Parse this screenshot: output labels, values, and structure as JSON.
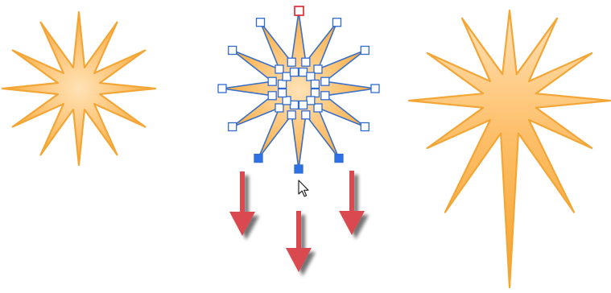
{
  "canvas": {
    "background": "#ffffff"
  },
  "colors": {
    "star_fill_light": "#ffe2b6",
    "star_fill_mid": "#fdbf6a",
    "star_fill_dark": "#f5a42a",
    "star_stroke": "#f3a636",
    "selection_outline": "#3a6fc8",
    "handle_fill": "#ffffff",
    "handle_stroke": "#2f6bd2",
    "active_handle_fill": "#2e72e6",
    "rotation_handle_stroke": "#e0202a",
    "arrow_color": "#d94a4f",
    "arrow_shadow": "#8c8c8c",
    "cursor_fill": "#ffffff",
    "cursor_stroke": "#222222"
  },
  "shapes": [
    {
      "name": "star-before",
      "points": 12,
      "state": "original"
    },
    {
      "name": "star-selected",
      "points": 12,
      "state": "selected",
      "dragged_points": 3,
      "drag_direction": "down"
    },
    {
      "name": "star-after",
      "points": 12,
      "state": "result"
    }
  ],
  "icons": {
    "cursor": "arrow-pointer-icon",
    "drag_arrows": "arrow-down-icon",
    "rotation_handle": "rotation-handle-icon",
    "handle": "node-handle-icon"
  }
}
